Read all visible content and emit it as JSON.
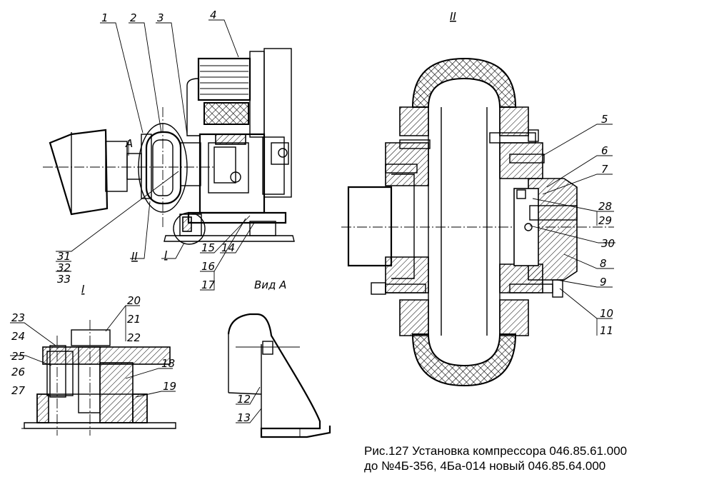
{
  "caption": {
    "line1": "Рис.127 Установка компрессора 046.85.61.000",
    "line2": "до №4Б-356, 4Ба-014 новый 046.85.64.000"
  },
  "views": {
    "detail_II": "II",
    "detail_I": "I",
    "view_A": "Вид А",
    "arrow_A": "А"
  },
  "callouts": {
    "c1": "1",
    "c2": "2",
    "c3": "3",
    "c4": "4",
    "c5": "5",
    "c6": "6",
    "c7": "7",
    "c8": "8",
    "c9": "9",
    "c10": "10",
    "c11": "11",
    "c12": "12",
    "c13": "13",
    "c14": "14",
    "c15": "15",
    "c16": "16",
    "c17": "17",
    "c18": "18",
    "c19": "19",
    "c20": "20",
    "c21": "21",
    "c22": "22",
    "c23": "23",
    "c24": "24",
    "c25": "25",
    "c26": "26",
    "c27": "27",
    "c28": "28",
    "c29": "29",
    "c30": "30",
    "c31": "31",
    "c32": "32",
    "c33": "33"
  }
}
